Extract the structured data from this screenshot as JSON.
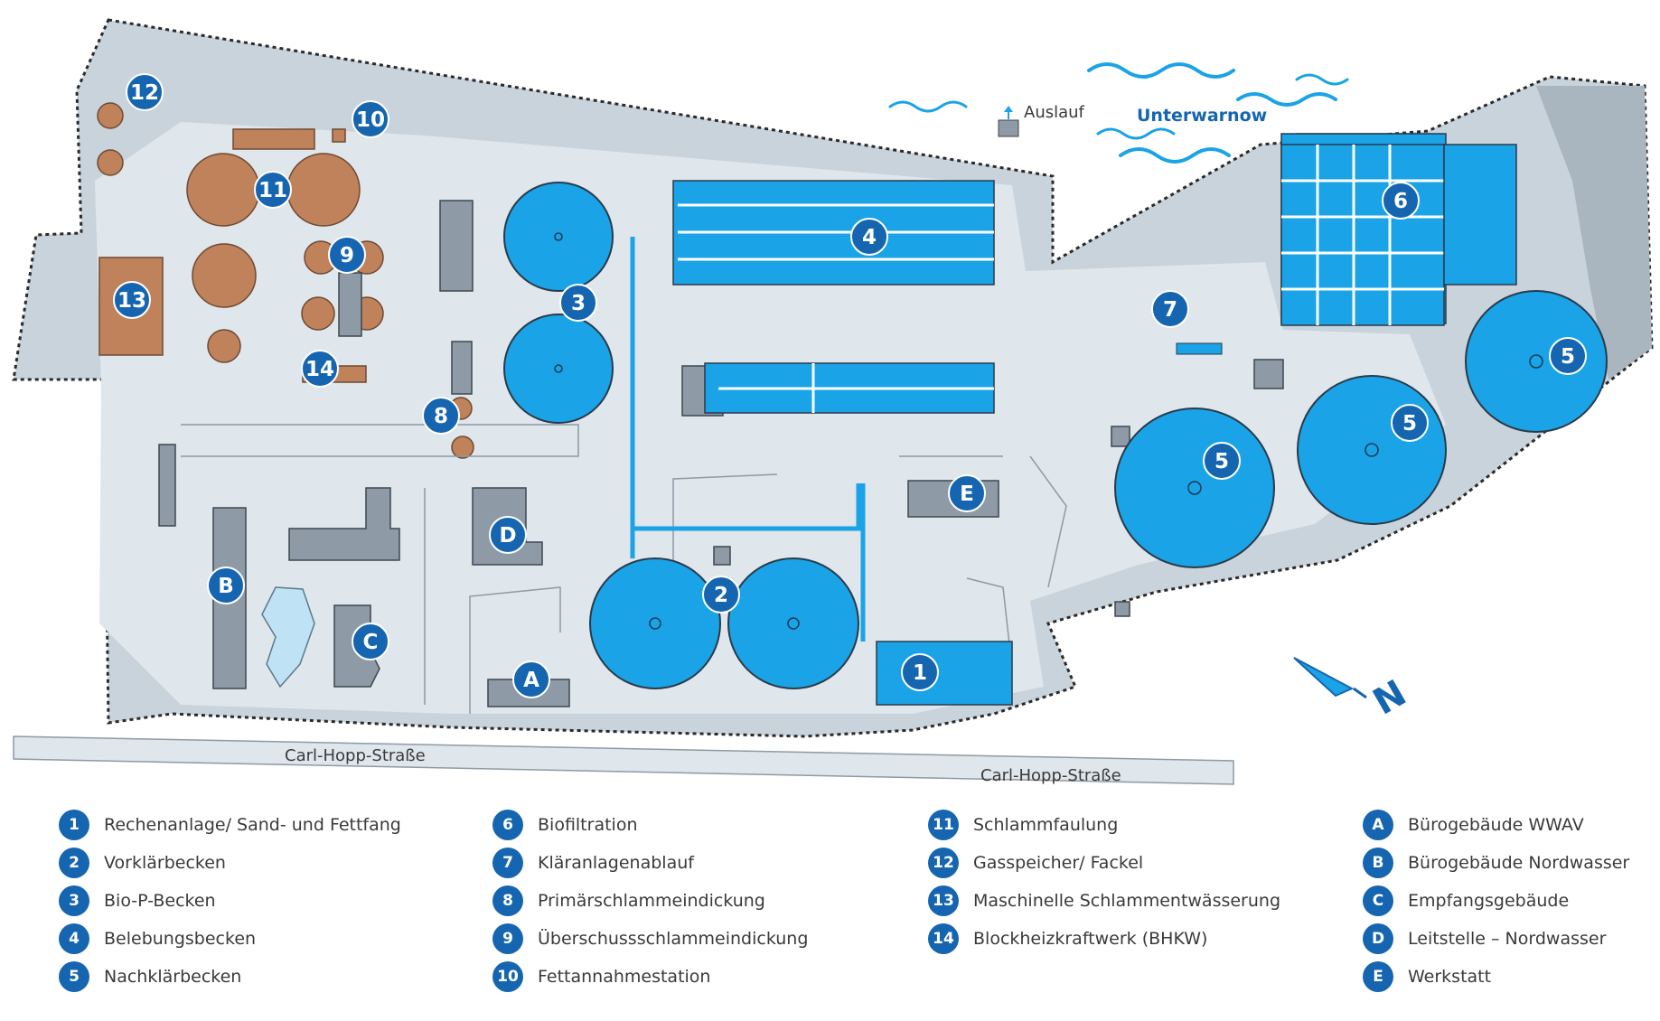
{
  "map": {
    "water_name": "Unterwarnow",
    "outlet_label": "Auslauf",
    "street_name": "Carl-Hopp-Straße",
    "markers": {
      "m1": "1",
      "m2": "2",
      "m3": "3",
      "m4": "4",
      "m5a": "5",
      "m5b": "5",
      "m5c": "5",
      "m6": "6",
      "m7": "7",
      "m8": "8",
      "m9": "9",
      "m10": "10",
      "m11": "11",
      "m12": "12",
      "m13": "13",
      "m14": "14",
      "mA": "A",
      "mB": "B",
      "mC": "C",
      "mD": "D",
      "mE": "E"
    },
    "compass_letter": "N"
  },
  "colors": {
    "ground": "#c9d3dc",
    "road": "#dfe6ec",
    "basin_blue": "#1aa3e6",
    "sludge_brown": "#c0825a",
    "building_grey": "#8e9aa5",
    "marker_blue": "#1565b0"
  },
  "legend": [
    [
      {
        "key": "1",
        "text": "Rechenanlage/ Sand- und Fettfang"
      },
      {
        "key": "2",
        "text": "Vorklärbecken"
      },
      {
        "key": "3",
        "text": "Bio-P-Becken"
      },
      {
        "key": "4",
        "text": "Belebungsbecken"
      },
      {
        "key": "5",
        "text": "Nachklärbecken"
      }
    ],
    [
      {
        "key": "6",
        "text": "Biofiltration"
      },
      {
        "key": "7",
        "text": "Kläranlagenablauf"
      },
      {
        "key": "8",
        "text": "Primärschlammeindickung"
      },
      {
        "key": "9",
        "text": "Überschussschlammeindickung"
      },
      {
        "key": "10",
        "text": "Fettannahmestation"
      }
    ],
    [
      {
        "key": "11",
        "text": "Schlammfaulung"
      },
      {
        "key": "12",
        "text": "Gasspeicher/ Fackel"
      },
      {
        "key": "13",
        "text": "Maschinelle Schlammentwässerung"
      },
      {
        "key": "14",
        "text": "Blockheizkraftwerk (BHKW)"
      }
    ],
    [
      {
        "key": "A",
        "text": "Bürogebäude WWAV"
      },
      {
        "key": "B",
        "text": "Bürogebäude Nordwasser"
      },
      {
        "key": "C",
        "text": "Empfangsgebäude"
      },
      {
        "key": "D",
        "text": "Leitstelle – Nordwasser"
      },
      {
        "key": "E",
        "text": "Werkstatt"
      }
    ]
  ]
}
